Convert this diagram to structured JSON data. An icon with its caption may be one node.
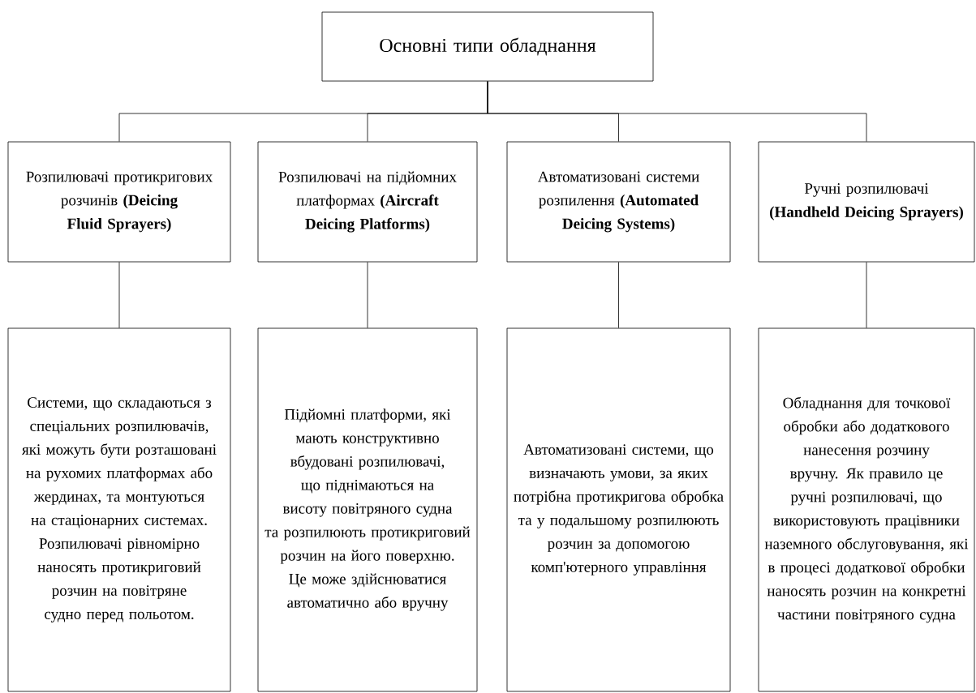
{
  "diagram": {
    "nodes": [
      {
        "text": [
          "Основні типи обладнання"
        ]
      },
      {
        "text": [
          "Розпилювачі протикригових розчинів **(Deicing Fluid Sprayers)**"
        ]
      },
      {
        "text": [
          "Розпилювачі на підйомних платформах **(Aircraft Deicing Platforms)**"
        ]
      },
      {
        "text": [
          "Автоматизовані системи розпилення **(Automated Deicing Systems)**"
        ]
      },
      {
        "text": [
          "Ручні розпилювачі **(Handheld Deicing Sprayers)**"
        ]
      },
      {
        "text": [
          "Системи, що складаються з спеціальних розпилювачів, які можуть бути розташовані на рухомих платформах або жердинах, та монтуються на стаціонарних системах. Розпилювачі рівномірно наносять протикриговий розчин на повітряне судно перед польотом."
        ]
      },
      {
        "text": [
          "Підйомні платформи, які мають конструктивно вбудовані розпилювачі, що піднімаються на висоту повітряного судна та розпилюють протикриговий розчин на його поверхню. Це може здійснюватися автоматично або вручну"
        ]
      },
      {
        "text": [
          "Автоматизовані системи, що визначають умови, за яких потрібна протикригова обробка та у подальшому розпилюють розчин за допомогою комп'ютерного управління"
        ]
      },
      {
        "text": [
          "Обладнання для точкової обробки або додаткового нанесення розчину вручну. Як правило це ручні розпилювачі, що використовують працівники наземного обслуговування, які в процесі додаткової обробки наносять розчин на конкретні частини повітряного судна"
        ]
      }
    ],
    "edges": [
      {
        "from": 0,
        "to": 1,
        "arrow": "none"
      },
      {
        "from": 0,
        "to": 2,
        "arrow": "none"
      },
      {
        "from": 0,
        "to": 3,
        "arrow": "none"
      },
      {
        "from": 0,
        "to": 4,
        "arrow": "none"
      },
      {
        "from": 1,
        "to": 5,
        "arrow": "none"
      },
      {
        "from": 2,
        "to": 6,
        "arrow": "none"
      },
      {
        "from": 3,
        "to": 7,
        "arrow": "none"
      },
      {
        "from": 4,
        "to": 8,
        "arrow": "none"
      }
    ]
  }
}
